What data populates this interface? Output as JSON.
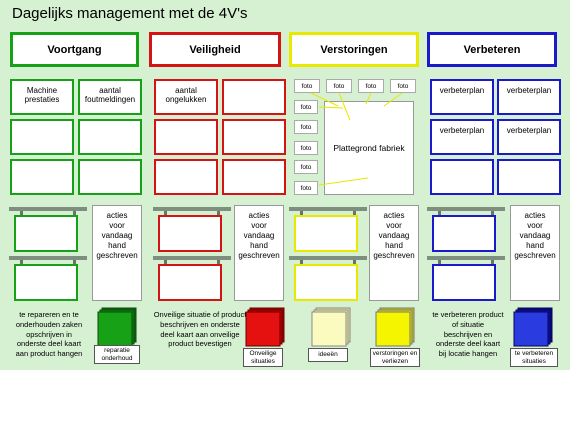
{
  "title": "Dagelijks management met de 4V's",
  "colors": {
    "voortgang": "#17a117",
    "veiligheid": "#d41414",
    "verstoringen": "#e8e800",
    "verbeteren": "#1a1acc"
  },
  "columns": {
    "voortgang": {
      "header": "Voortgang",
      "cell_1": "Machine prestaties",
      "cell_2": "aantal foutmeldingen",
      "desc": "te repareren en te onderhouden zaken opschrijven in onderste deel kaart aan product hangen",
      "stack_label": "reparatie onderhoud"
    },
    "veiligheid": {
      "header": "Veiligheid",
      "cell_1": "aantal ongelukken",
      "desc": "Onveilige situatie of product beschrijven en onderste deel kaart aan onveilige product bevestigen",
      "stack_label": "Onveilige situaties"
    },
    "verstoringen": {
      "header": "Verstoringen",
      "foto": "foto",
      "plattegrond": "Plattegrond fabriek",
      "stack_label_1": "ideeën",
      "stack_label_2": "verstoringen en verliezen"
    },
    "verbeteren": {
      "header": "Verbeteren",
      "cell_label": "verbeterplan",
      "desc": "te verbeteren product of situatie beschrijven en onderste deel kaart bij locatie hangen",
      "stack_label": "te verbeteren situaties"
    }
  },
  "note": {
    "line1": "acties",
    "line2": "voor",
    "line3": "vandaag",
    "line4": "hand",
    "line5": "geschreven"
  }
}
